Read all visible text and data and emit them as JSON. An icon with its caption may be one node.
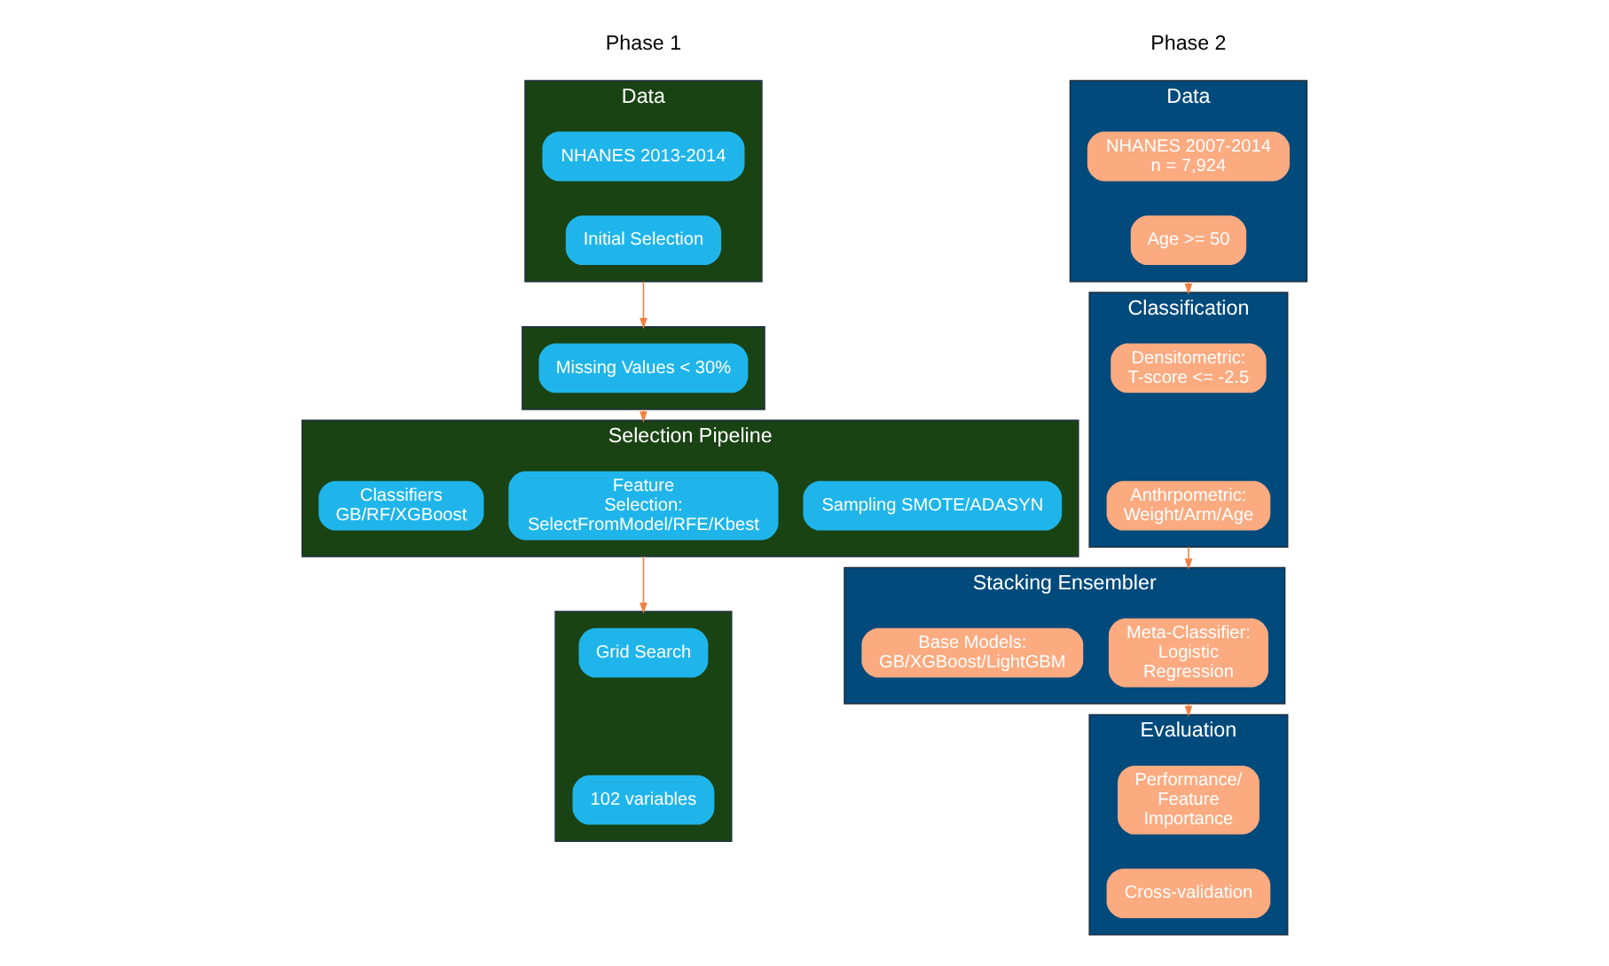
{
  "diagram": {
    "nodes": [
      {
        "text": [
          "Data"
        ]
      },
      {
        "text": [
          "NHANES 2013-2014"
        ],
        "in": 0
      },
      {
        "text": [
          "Initial Selection"
        ],
        "in": 0
      },
      {
        "text": [],
        "shape": "box"
      },
      {
        "text": [
          "Missing Values < 30%"
        ],
        "in": 3
      },
      {
        "text": [
          "Selection Pipeline"
        ]
      },
      {
        "text": [
          "Classifiers GB/RF/XGBoost"
        ],
        "in": 5
      },
      {
        "text": [
          "Feature Selection: SelectFromModel/RFE/Kbest"
        ],
        "in": 5
      },
      {
        "text": [
          "Sampling SMOTE/ADASYN"
        ],
        "in": 5
      },
      {
        "text": [],
        "shape": "box"
      },
      {
        "text": [
          "Grid Search"
        ],
        "in": 9
      },
      {
        "text": [
          "102 variables"
        ],
        "in": 9
      },
      {
        "text": [
          "Data"
        ]
      },
      {
        "text": [
          "NHANES 2007-2014 n = 7,924"
        ],
        "in": 12
      },
      {
        "text": [
          "Age >= 50"
        ],
        "in": 12
      },
      {
        "text": [
          "Classification"
        ]
      },
      {
        "text": [
          "Densitometric: T-score <= -2.5"
        ],
        "in": 15
      },
      {
        "text": [
          "Anthrpometric: Weight/Arm/Age"
        ],
        "in": 15
      },
      {
        "text": [
          "Stacking Ensembler"
        ]
      },
      {
        "text": [
          "Base Models: GB/XGBoost/LightGBM"
        ],
        "in": 18
      },
      {
        "text": [
          "Meta-Classifier: Logistic Regression"
        ],
        "in": 18
      },
      {
        "text": [
          "Evaluation"
        ]
      },
      {
        "text": [
          "Performance/ Feature Importance"
        ],
        "in": 21
      },
      {
        "text": [
          "Cross-validation"
        ],
        "in": 21
      }
    ],
    "edges": [
      {
        "from": 0,
        "to": 3,
        "arrow": "to"
      },
      {
        "from": 3,
        "to": 5,
        "arrow": "to"
      },
      {
        "from": 5,
        "to": 9,
        "arrow": "to"
      },
      {
        "from": 12,
        "to": 15,
        "arrow": "to"
      },
      {
        "from": 15,
        "to": 18,
        "arrow": "to"
      },
      {
        "from": 18,
        "to": 21,
        "arrow": "to"
      }
    ],
    "labels": [
      "Phase 2",
      "Phase 1"
    ]
  }
}
